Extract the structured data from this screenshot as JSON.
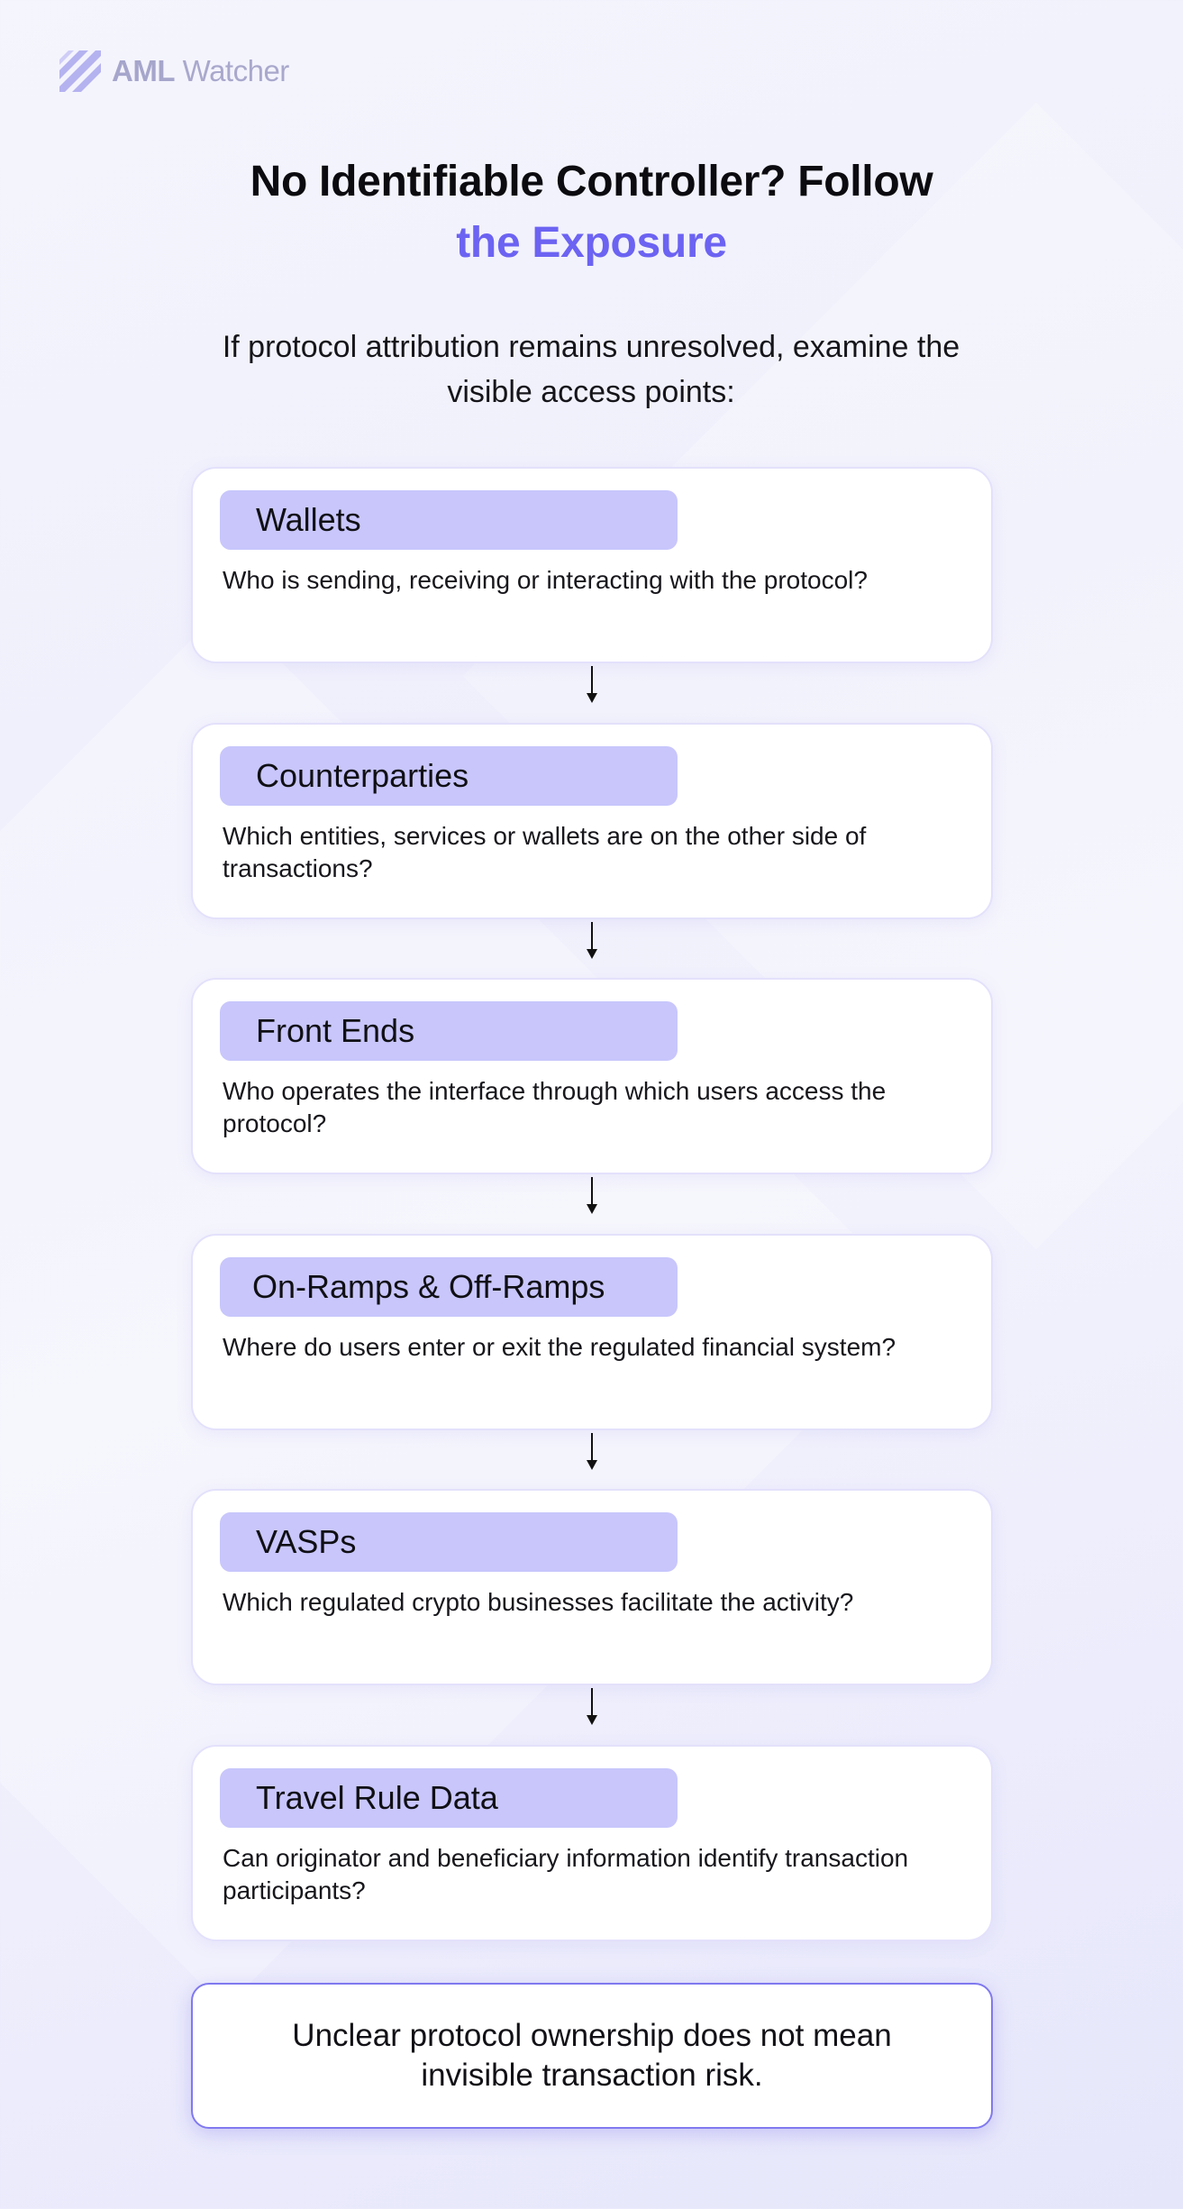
{
  "brand": {
    "logo_icon": "aml-watcher-stripes-icon",
    "name_strong": "AML",
    "name_light": "Watcher",
    "color": "#a9a8cc"
  },
  "heading": {
    "line1": "No Identifiable Controller? Follow",
    "line2": "the Exposure",
    "accent_color": "#6c63f2"
  },
  "intro": "If protocol attribution remains unresolved, examine the visible access points:",
  "steps": [
    {
      "label": "Wallets",
      "question": "Who is sending, receiving or interacting with the protocol?"
    },
    {
      "label": "Counterparties",
      "question": "Which entities, services or wallets are on the other side of transactions?"
    },
    {
      "label": "Front Ends",
      "question": "Who operates the interface through which users access the protocol?"
    },
    {
      "label": "On-Ramps & Off-Ramps",
      "question": "Where do users enter or exit the regulated financial system?"
    },
    {
      "label": "VASPs",
      "question": "Which regulated crypto businesses facilitate the activity?"
    },
    {
      "label": "Travel Rule Data",
      "question": "Can originator and beneficiary information identify transaction participants?"
    }
  ],
  "conclusion": "Unclear protocol ownership does not mean invisible transaction risk.",
  "colors": {
    "label_bg": "#c8c6fb",
    "card_border": "#e3e1fb",
    "conclusion_border": "#8079ef"
  },
  "icons": {
    "connector": "arrow-down-icon"
  }
}
